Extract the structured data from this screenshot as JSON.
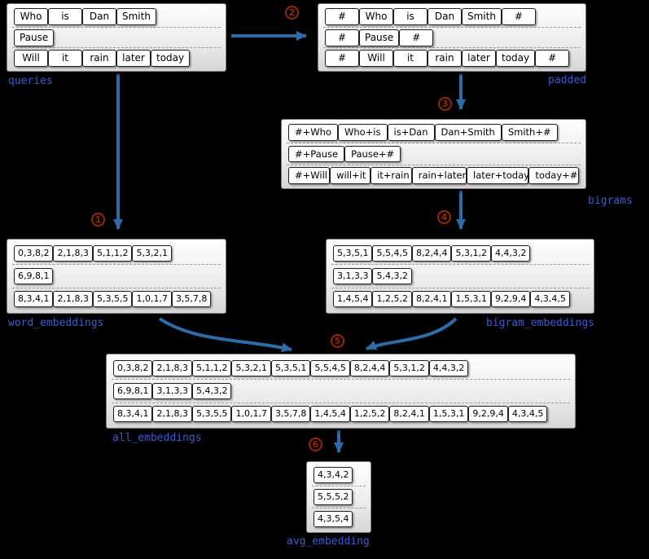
{
  "colors": {
    "background": "#000000",
    "arrow": "#2e6ca8",
    "step": "#992600",
    "label": "#3b5bd0"
  },
  "steps": {
    "s1": "1",
    "s2": "2",
    "s3": "3",
    "s4": "4",
    "s5": "5",
    "s6": "6"
  },
  "groups": {
    "queries": {
      "label": "queries",
      "rows": [
        [
          "Who",
          "is",
          "Dan",
          "Smith"
        ],
        [
          "Pause"
        ],
        [
          "Will",
          "it",
          "rain",
          "later",
          "today"
        ]
      ]
    },
    "padded": {
      "label": "padded",
      "rows": [
        [
          "#",
          "Who",
          "is",
          "Dan",
          "Smith",
          "#"
        ],
        [
          "#",
          "Pause",
          "#"
        ],
        [
          "#",
          "Will",
          "it",
          "rain",
          "later",
          "today",
          "#"
        ]
      ]
    },
    "bigrams": {
      "label": "bigrams",
      "rows": [
        [
          "#+Who",
          "Who+is",
          "is+Dan",
          "Dan+Smith",
          "Smith+#"
        ],
        [
          "#+Pause",
          "Pause+#"
        ],
        [
          "#+Will",
          "will+it",
          "it+rain",
          "rain+later",
          "later+today",
          "today+#"
        ]
      ]
    },
    "word_embeddings": {
      "label": "word_embeddings",
      "rows": [
        [
          "0,3,8,2",
          "2,1,8,3",
          "5,1,1,2",
          "5,3,2,1"
        ],
        [
          "6,9,8,1"
        ],
        [
          "8,3,4,1",
          "2,1,8,3",
          "5,3,5,5",
          "1,0,1,7",
          "3,5,7,8"
        ]
      ]
    },
    "bigram_embeddings": {
      "label": "bigram_embeddings",
      "rows": [
        [
          "5,3,5,1",
          "5,5,4,5",
          "8,2,4,4",
          "5,3,1,2",
          "4,4,3,2"
        ],
        [
          "3,1,3,3",
          "5,4,3,2"
        ],
        [
          "1,4,5,4",
          "1,2,5,2",
          "8,2,4,1",
          "1,5,3,1",
          "9,2,9,4",
          "4,3,4,5"
        ]
      ]
    },
    "all_embeddings": {
      "label": "all_embeddings",
      "rows": [
        [
          "0,3,8,2",
          "2,1,8,3",
          "5,1,1,2",
          "5,3,2,1",
          "5,3,5,1",
          "5,5,4,5",
          "8,2,4,4",
          "5,3,1,2",
          "4,4,3,2"
        ],
        [
          "6,9,8,1",
          "3,1,3,3",
          "5,4,3,2"
        ],
        [
          "8,3,4,1",
          "2,1,8,3",
          "5,3,5,5",
          "1,0,1,7",
          "3,5,7,8",
          "1,4,5,4",
          "1,2,5,2",
          "8,2,4,1",
          "1,5,3,1",
          "9,2,9,4",
          "4,3,4,5"
        ]
      ]
    },
    "avg_embedding": {
      "label": "avg_embedding",
      "rows": [
        [
          "4,3,4,2"
        ],
        [
          "5,5,5,2"
        ],
        [
          "4,3,5,4"
        ]
      ]
    }
  }
}
